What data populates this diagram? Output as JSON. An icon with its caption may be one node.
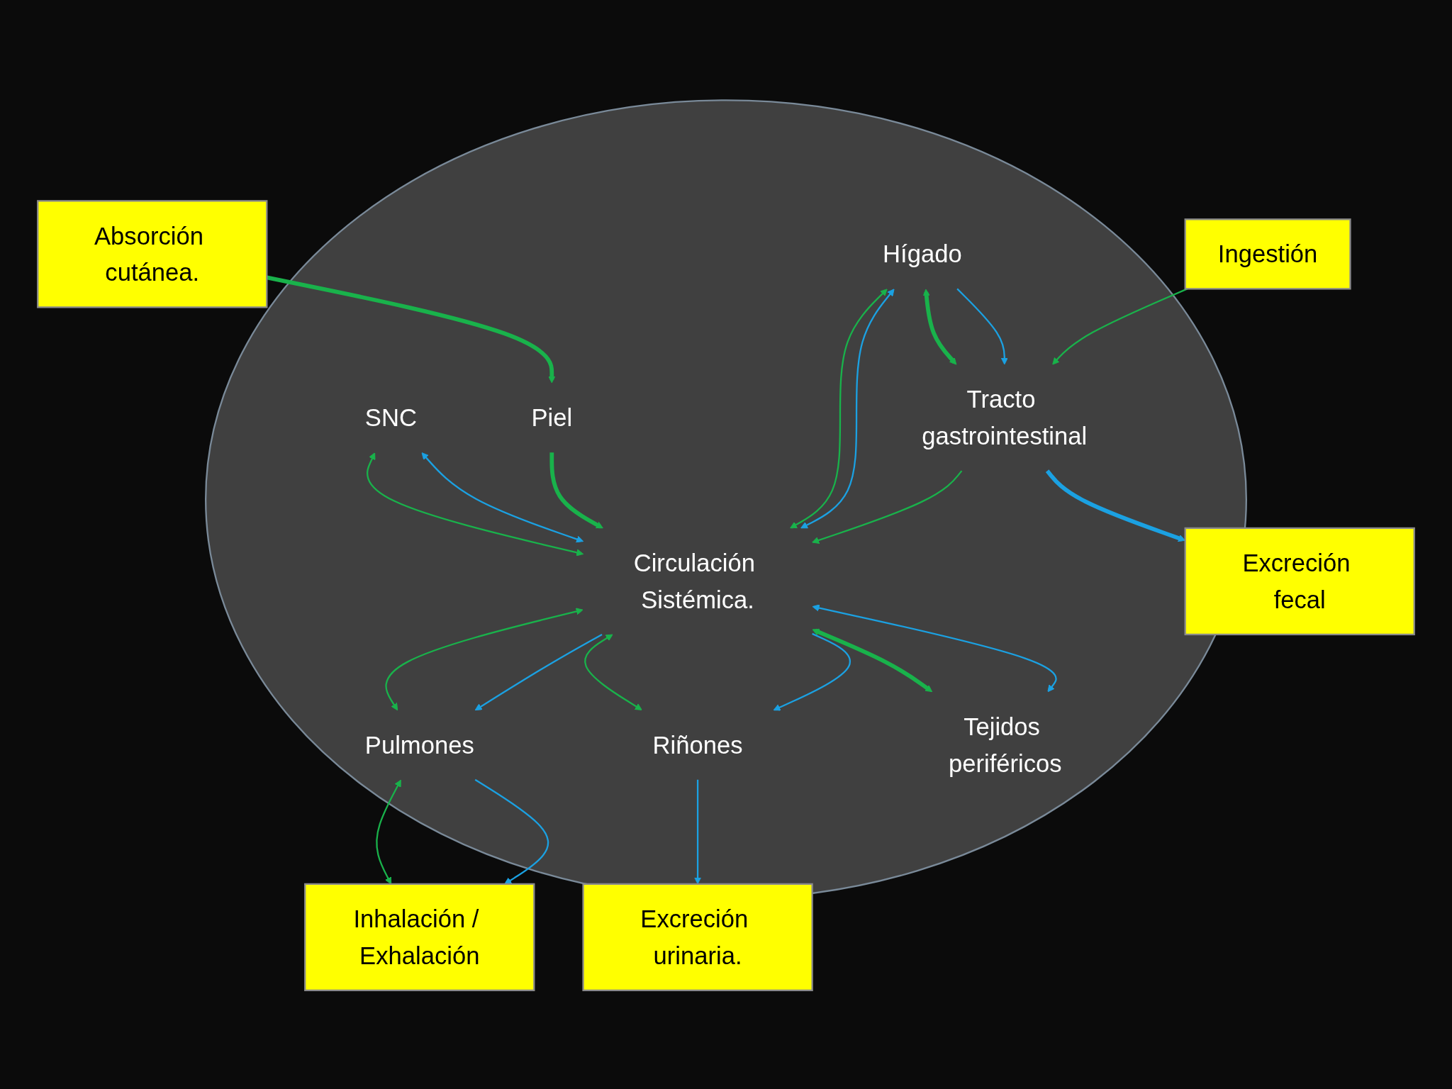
{
  "diagram": {
    "nodes": [
      {
        "text": [],
        "shape": "ellipse"
      },
      {
        "text": [
          "Excreción fecal"
        ]
      },
      {
        "text": [
          "Ingestión"
        ]
      },
      {
        "text": [
          "Inhalación / Exhalación"
        ]
      },
      {
        "text": [
          "Tracto gastrointestinal"
        ],
        "in": 0
      },
      {
        "text": [
          "Pulmones"
        ],
        "in": 0
      },
      {
        "text": [
          "Hígado"
        ],
        "in": 0
      },
      {
        "text": [
          "Circulación Sistémica."
        ],
        "in": 0
      },
      {
        "text": [
          "Piel"
        ],
        "in": 0
      },
      {
        "text": [
          "Absorción cutánea."
        ]
      },
      {
        "text": [
          "SNC"
        ],
        "in": 0
      },
      {
        "text": [
          "Riñones"
        ],
        "in": 0
      },
      {
        "text": [
          "Tejidos periféricos"
        ],
        "in": 0
      },
      {
        "text": [
          "Excreción urinaria."
        ]
      }
    ],
    "edges": [
      {
        "from": 2,
        "to": 4,
        "arrow": "to"
      },
      {
        "from": 4,
        "to": 1,
        "arrow": "to",
        "style": "thick",
        "color": "#1ba1e2"
      },
      {
        "from": 5,
        "to": 3,
        "arrow": "to",
        "color": "#1ba1e2"
      },
      {
        "from": 5,
        "to": 3,
        "arrow": "both"
      },
      {
        "from": 6,
        "to": 4,
        "arrow": "to",
        "color": "#1ba1e2"
      },
      {
        "from": 6,
        "to": 4,
        "arrow": "both",
        "style": "thick"
      },
      {
        "from": 4,
        "to": 7,
        "arrow": "to"
      },
      {
        "from": 7,
        "to": 5,
        "arrow": "to",
        "color": "#1ba1e2"
      },
      {
        "from": 7,
        "to": 5,
        "arrow": "both"
      },
      {
        "from": 6,
        "to": 7,
        "arrow": "both",
        "color": "#1ba1e2"
      },
      {
        "from": 6,
        "to": 7,
        "arrow": "both"
      },
      {
        "from": 9,
        "to": 8,
        "arrow": "to",
        "style": "thick"
      },
      {
        "from": 8,
        "to": 7,
        "arrow": "to",
        "style": "thick"
      },
      {
        "from": 10,
        "to": 7,
        "arrow": "both",
        "color": "#1ba1e2"
      },
      {
        "from": 10,
        "to": 7,
        "arrow": "both"
      },
      {
        "from": 7,
        "to": 11,
        "arrow": "to",
        "color": "#1ba1e2"
      },
      {
        "from": 11,
        "to": 7,
        "arrow": "both"
      },
      {
        "from": 7,
        "to": 12,
        "arrow": "both",
        "color": "#1ba1e2"
      },
      {
        "from": 7,
        "to": 12,
        "arrow": "both",
        "style": "thick"
      },
      {
        "from": 11,
        "to": 13,
        "arrow": "to",
        "color": "#1ba1e2"
      }
    ]
  }
}
